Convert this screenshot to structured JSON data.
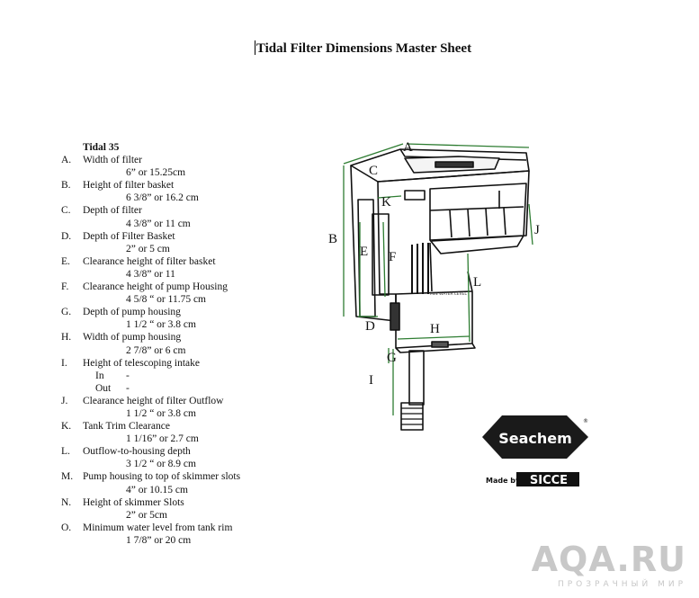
{
  "document": {
    "title": "Tidal Filter Dimensions Master Sheet",
    "model": "Tidal 35"
  },
  "dimensions": [
    {
      "letter": "A.",
      "label": "Width of filter",
      "value": "6” or 15.25cm"
    },
    {
      "letter": "B.",
      "label": "Height of filter basket",
      "value": "6 3/8” or 16.2 cm"
    },
    {
      "letter": "C.",
      "label": "Depth of filter",
      "value": "4 3/8” or 11 cm"
    },
    {
      "letter": "D.",
      "label": "Depth of Filter Basket",
      "value": "2” or 5 cm"
    },
    {
      "letter": "E.",
      "label": "Clearance height of filter basket",
      "value": "4 3/8” or 11"
    },
    {
      "letter": "F.",
      "label": "Clearance height of pump Housing",
      "value": "4 5/8 “ or 11.75 cm"
    },
    {
      "letter": "G.",
      "label": "Depth of pump housing",
      "value": "1 1/2 “ or 3.8 cm"
    },
    {
      "letter": "H.",
      "label": "Width of pump housing",
      "value": "2 7/8” or 6 cm"
    },
    {
      "letter": "I.",
      "label": "Height of telescoping intake",
      "value": ""
    },
    {
      "letter": "J.",
      "label": "Clearance height of filter Outflow",
      "value": "1 1/2 “ or 3.8 cm"
    },
    {
      "letter": "K.",
      "label": "Tank Trim Clearance",
      "value": "1 1/16” or 2.7 cm"
    },
    {
      "letter": "L.",
      "label": "Outflow-to-housing depth",
      "value": "3 1/2 “ or 8.9 cm"
    },
    {
      "letter": "M.",
      "label": "Pump housing to top of skimmer slots",
      "value": "4” or 10.15 cm"
    },
    {
      "letter": "N.",
      "label": "Height of skimmer Slots",
      "value": "2” or 5cm"
    },
    {
      "letter": "O.",
      "label": "Minimum water level from tank rim",
      "value": "1 7/8” or 20 cm"
    }
  ],
  "intake": {
    "in_label": "In",
    "in_value": "-",
    "out_label": "Out",
    "out_value": "-"
  },
  "diagram_labels": {
    "a": "A",
    "b": "B",
    "c": "C",
    "d": "D",
    "e": "E",
    "f": "F",
    "g": "G",
    "h": "H",
    "i": "I",
    "j": "J",
    "k": "K",
    "l": "L"
  },
  "diagram_caption": "MIN WATER LEVEL",
  "logo": {
    "brand": "Seachem",
    "made_by": "Made by",
    "maker": "SICCE",
    "reg": "®"
  },
  "watermark": {
    "site": "AQA.RU",
    "tagline": "ПРОЗРАЧНЫЙ МИР"
  },
  "colors": {
    "dimension_lines": "#2e7d32",
    "ink": "#111111",
    "watermark": "#c8c8c8"
  }
}
